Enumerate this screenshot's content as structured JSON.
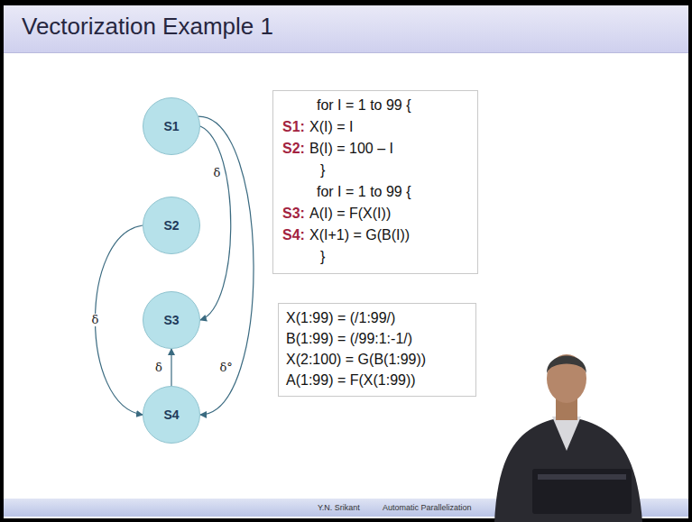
{
  "diagram": {
    "title": "Vectorization Example 1",
    "nodes": [
      {
        "text": [
          "S1"
        ]
      },
      {
        "text": [
          "S2"
        ]
      },
      {
        "text": [
          "S3"
        ]
      },
      {
        "text": [
          "S4"
        ]
      },
      {
        "text": [
          "for I = 1 to 99 {",
          "S1:",
          "X(I) = I",
          "S2:",
          "B(I) = 100 – I",
          "}",
          "for I = 1 to 99 {",
          "S3:",
          "A(I) = F(X(I))",
          "S4:",
          "X(I+1) = G(B(I))",
          "}"
        ]
      },
      {
        "text": [
          "X(1:99) = (/1:99/)",
          "B(1:99) = (/99:1:-1/)",
          "X(2:100) = G(B(1:99))",
          "A(1:99) = F(X(1:99))"
        ]
      }
    ],
    "edges": [
      {
        "from": 0,
        "to": 2,
        "label": "δ",
        "arrow": "to"
      },
      {
        "from": 0,
        "to": 3,
        "label": "δ°",
        "arrow": "to"
      },
      {
        "from": 1,
        "to": 3,
        "label": "δ",
        "arrow": "to"
      },
      {
        "from": 3,
        "to": 2,
        "label": "δ",
        "arrow": "to"
      }
    ],
    "labels": [
      "Y.N. Srikant",
      "Automatic Parallelization"
    ]
  }
}
